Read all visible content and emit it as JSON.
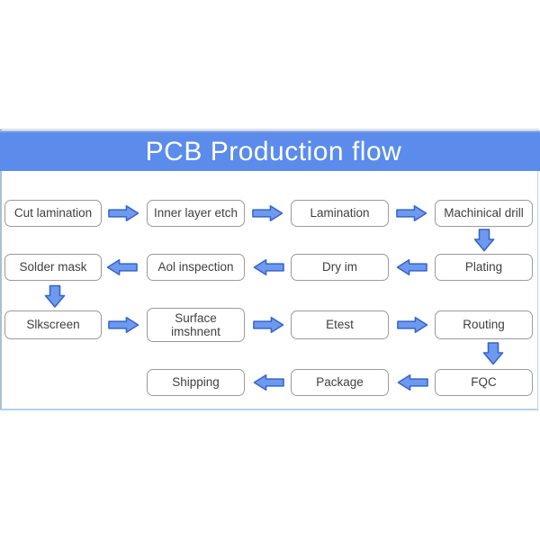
{
  "header": {
    "title": "PCB Production flow"
  },
  "flow": {
    "rows": [
      {
        "direction": "right",
        "boxes": [
          "Cut lamination",
          "Inner layer etch",
          "Lamination",
          "Machinical drill"
        ]
      },
      {
        "direction": "left",
        "boxes": [
          "Solder mask",
          "Aol inspection",
          "Dry im",
          "Plating"
        ]
      },
      {
        "direction": "right",
        "boxes": [
          "Slkscreen",
          "Surface\nimshnent",
          "Etest",
          "Routing"
        ]
      },
      {
        "direction": "left",
        "boxes": [
          "Shipping",
          "Package",
          "FQC"
        ]
      }
    ]
  },
  "colors": {
    "header_blue": "#5b8ceb",
    "header_text": "#ffffff",
    "arrow_fill": "#6e99ee",
    "arrow_outline": "#3465c9",
    "box_border": "#9a9a9a",
    "box_text": "#3f3f3f",
    "frame_border": "#b4d0e8"
  }
}
